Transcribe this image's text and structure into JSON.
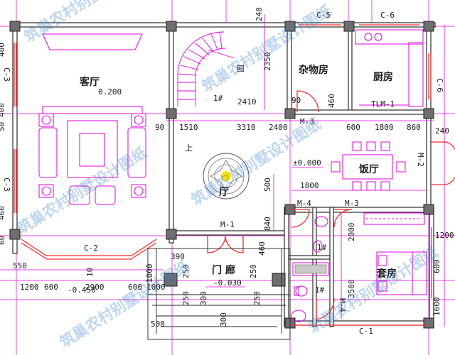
{
  "rooms": {
    "living": "客厅",
    "storage": "杂物房",
    "kitchen": "厨房",
    "dining": "饭厅",
    "hall": "厅",
    "porch": "门 廊",
    "suite": "套房"
  },
  "levels": {
    "living": "0.200",
    "hall": "±0.000",
    "porch": "-0.030",
    "outside": "-0.450"
  },
  "tags": {
    "c5": "C-5",
    "c6_top": "C-6",
    "c6_right": "C-6",
    "c3_left_top": "C-3",
    "c3_left_bot": "C-3",
    "c2": "C-2",
    "c1": "C-1",
    "m1": "M-1",
    "m2": "M-2",
    "m3_top": "M-3",
    "m3_mid": "M-3",
    "m4_top": "M-4",
    "m4_bot": "M-4",
    "tlm1": "TLM-1",
    "stair": "1#",
    "bath1": "1#",
    "bath2": "1#",
    "stair_up": "上",
    "stair_note": "圆"
  },
  "dims": {
    "d240_top": "240",
    "d2350": "2350",
    "d2410": "2410",
    "d90a": "90",
    "d460a": "460",
    "d90b": "90",
    "d1510": "1510",
    "d3310": "3310",
    "d2400": "2400",
    "d600a": "600",
    "d1800a": "1800",
    "d860": "860",
    "d240_right": "240",
    "d1800b": "1800",
    "d500": "500",
    "d840": "840",
    "d2000": "2000",
    "d3500": "3500",
    "d1200_right": "1200",
    "d460b": "460",
    "d390": "390",
    "d550": "550",
    "d1200": "1200",
    "d600b": "600",
    "d2900": "2900",
    "d600c": "600",
    "d1000": "1000",
    "d250a": "250",
    "d250b": "250",
    "d250c": "250",
    "d250d": "250",
    "d300a": "300",
    "d300b": "300",
    "d1000b": "1000",
    "d500b": "500",
    "d10": "10",
    "d400a": "400",
    "d400b": "400",
    "d50": "50",
    "d460c": "460",
    "d60": "60",
    "d600d": "600",
    "d1600": "1600"
  },
  "watermarks": [
    "筑巢农村别墅设计图纸",
    "筑巢农村别墅设计图纸",
    "筑巢农村别墅设计图纸",
    "筑巢农村别墅设计图纸",
    "筑巢农村别墅设计图纸",
    "筑巢农村别墅设计图纸"
  ]
}
